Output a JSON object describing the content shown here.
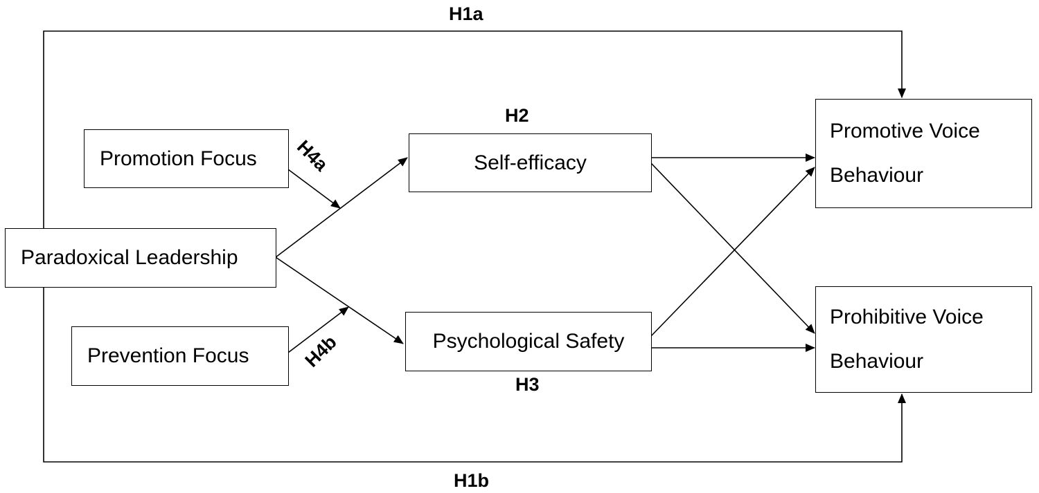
{
  "nodes": {
    "paradoxical_leadership": "Paradoxical Leadership",
    "promotion_focus": "Promotion Focus",
    "prevention_focus": "Prevention Focus",
    "self_efficacy": "Self-efficacy",
    "psychological_safety": "Psychological Safety",
    "promotive_voice": [
      "Promotive Voice",
      "Behaviour"
    ],
    "prohibitive_voice": [
      "Prohibitive Voice",
      "Behaviour"
    ]
  },
  "hypotheses": {
    "h1a": "H1a",
    "h1b": "H1b",
    "h2": "H2",
    "h3": "H3",
    "h4a": "H4a",
    "h4b": "H4b"
  },
  "colors": {
    "line": "#000000",
    "background": "#ffffff"
  }
}
